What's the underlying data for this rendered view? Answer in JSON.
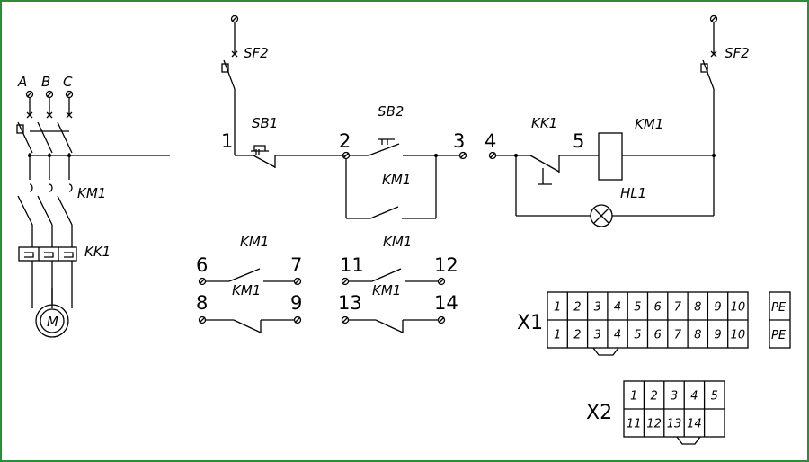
{
  "power": {
    "phases": [
      "A",
      "B",
      "C"
    ],
    "contactor": "KM1",
    "overload": "KK1",
    "motor": "M"
  },
  "control": {
    "breaker_left": "SF2",
    "breaker_right": "SF2",
    "stop_button": "SB1",
    "start_button": "SB2",
    "hold_contact": "KM1",
    "thermal_contact": "KK1",
    "coil": "KM1",
    "lamp": "HL1",
    "nodes": [
      "1",
      "2",
      "3",
      "4",
      "5"
    ]
  },
  "aux_contacts": [
    {
      "name": "KM1",
      "a": "6",
      "b": "7"
    },
    {
      "name": "KM1",
      "a": "11",
      "b": "12"
    },
    {
      "name": "KM1",
      "a": "8",
      "b": "9"
    },
    {
      "name": "KM1",
      "a": "13",
      "b": "14"
    }
  ],
  "terminals": {
    "x1": {
      "label": "X1",
      "top": [
        "1",
        "2",
        "3",
        "4",
        "5",
        "6",
        "7",
        "8",
        "9",
        "10"
      ],
      "bottom": [
        "1",
        "2",
        "3",
        "4",
        "5",
        "6",
        "7",
        "8",
        "9",
        "10"
      ],
      "pe_top": "PE",
      "pe_bottom": "PE"
    },
    "x2": {
      "label": "X2",
      "top": [
        "1",
        "2",
        "3",
        "4",
        "5"
      ],
      "bottom": [
        "11",
        "12",
        "13",
        "14",
        ""
      ]
    }
  }
}
